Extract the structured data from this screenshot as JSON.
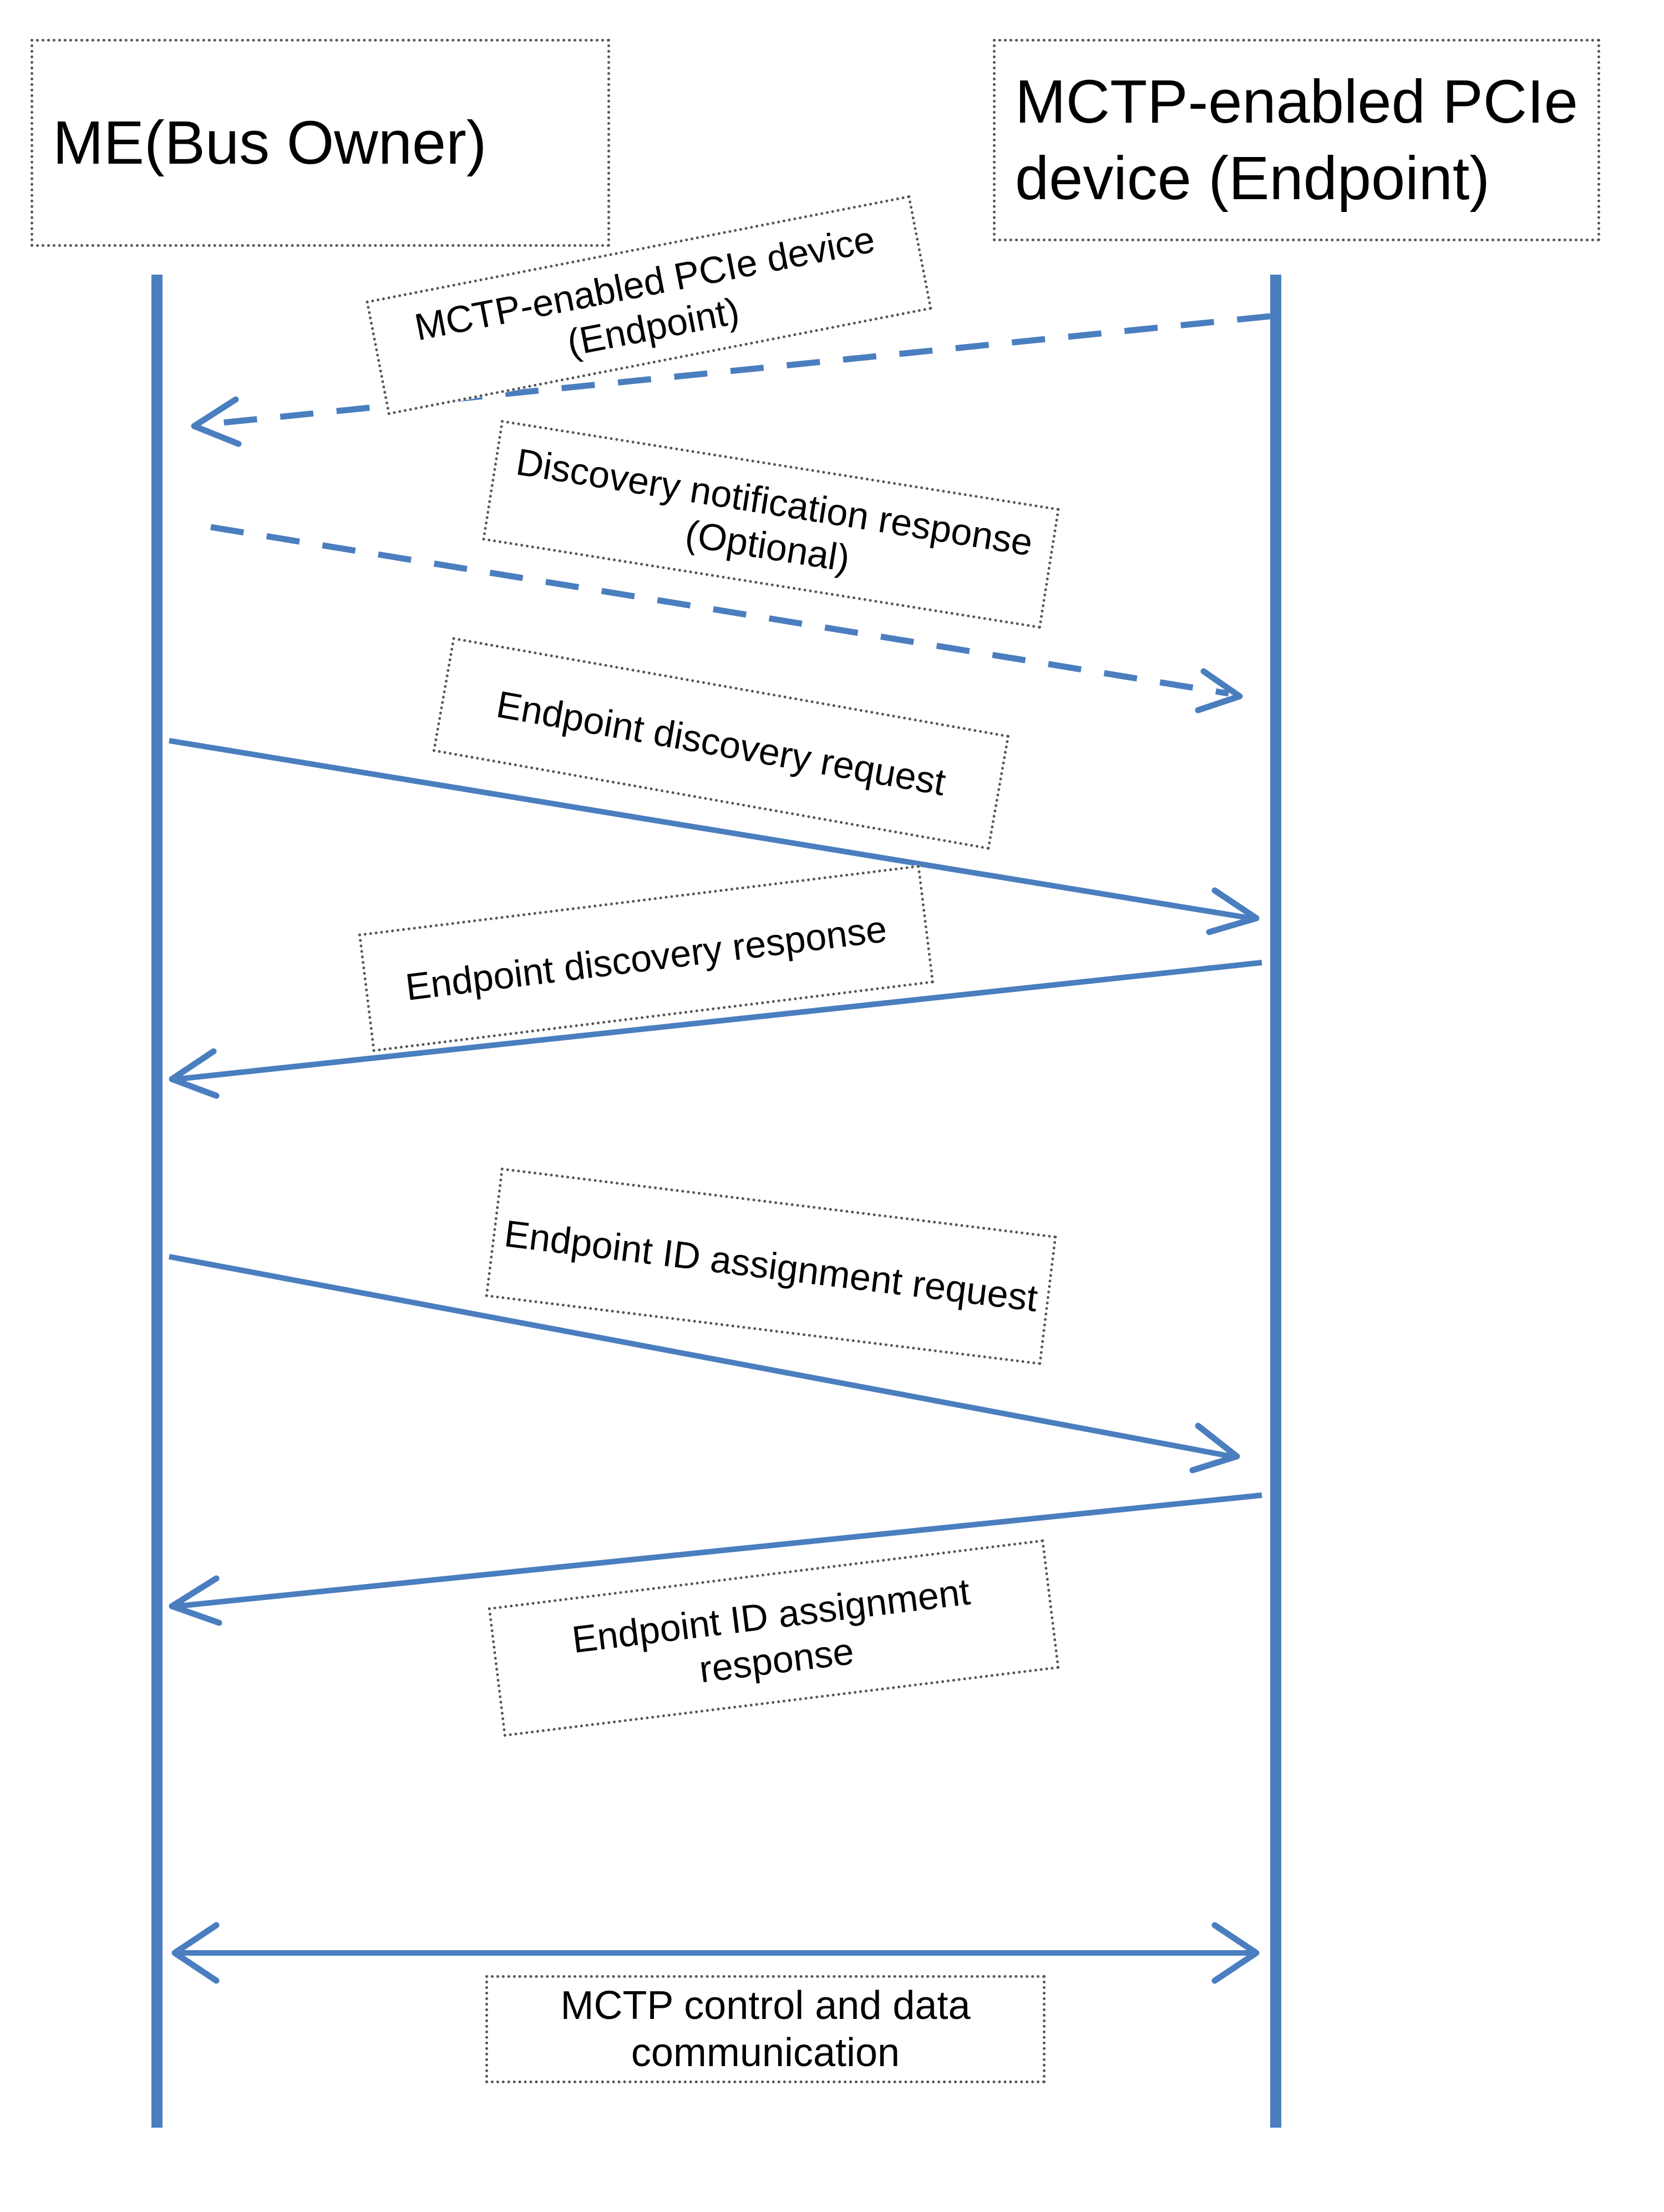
{
  "participants": {
    "bus_owner": "ME(Bus Owner)",
    "endpoint": "MCTP-enabled PCIe device (Endpoint)"
  },
  "messages": [
    {
      "label": "MCTP-enabled PCIe device (Endpoint)",
      "from": "endpoint",
      "to": "bus_owner",
      "style": "dashed"
    },
    {
      "label": "Discovery notification response (Optional)",
      "from": "bus_owner",
      "to": "endpoint",
      "style": "dashed"
    },
    {
      "label": "Endpoint discovery request",
      "from": "bus_owner",
      "to": "endpoint",
      "style": "solid"
    },
    {
      "label": "Endpoint discovery response",
      "from": "endpoint",
      "to": "bus_owner",
      "style": "solid"
    },
    {
      "label": "Endpoint ID assignment request",
      "from": "bus_owner",
      "to": "endpoint",
      "style": "solid"
    },
    {
      "label": "Endpoint ID assignment response",
      "from": "endpoint",
      "to": "bus_owner",
      "style": "solid"
    },
    {
      "label": "MCTP control and data communication",
      "from": "both",
      "to": "both",
      "style": "solid-bidirectional"
    }
  ],
  "colors": {
    "line": "#4a7ebf",
    "box_border": "#555555",
    "background": "#ffffff"
  }
}
